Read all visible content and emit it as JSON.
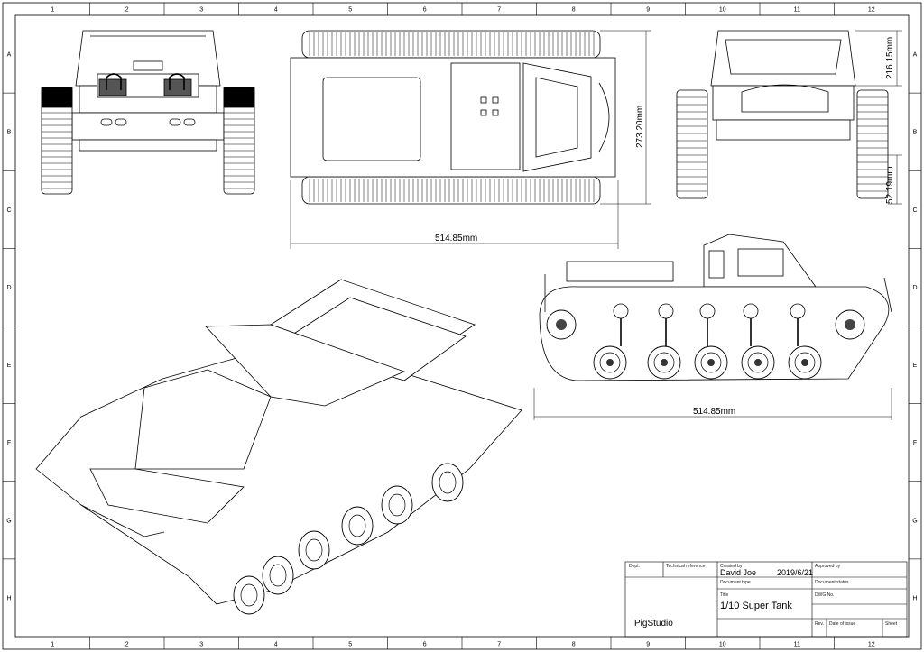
{
  "zones": {
    "columns": [
      "1",
      "2",
      "3",
      "4",
      "5",
      "6",
      "7",
      "8",
      "9",
      "10",
      "11",
      "12"
    ],
    "rows": [
      "A",
      "B",
      "C",
      "D",
      "E",
      "F",
      "G",
      "H"
    ]
  },
  "dimensions": {
    "top_width": "514.85mm",
    "top_depth": "273.20mm",
    "side_length": "514.85mm",
    "rear_height": "216.15mm",
    "ground_clearance": "52.19mm"
  },
  "title_block": {
    "dept_label": "Dept.",
    "tech_ref_label": "Technical reference",
    "created_by_label": "Created by",
    "created_by": "David Joe",
    "date": "2019/6/21",
    "approved_by_label": "Approved by",
    "doc_type_label": "Document type",
    "doc_status_label": "Document status",
    "title_label": "Title",
    "title": "1/10 Super Tank",
    "dwg_no_label": "DWG No.",
    "rev_label": "Rev.",
    "date_of_issue_label": "Date of issue",
    "sheet_label": "Sheet",
    "organization": "PigStudio"
  }
}
